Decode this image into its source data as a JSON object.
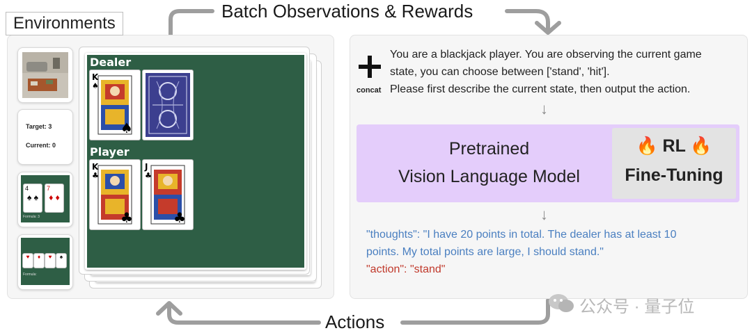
{
  "labels": {
    "environments": "Environments",
    "batch_obs": "Batch Observations & Rewards",
    "actions": "Actions",
    "concat": "concat"
  },
  "env_thumbs": {
    "target_text": "Target: 3",
    "current_text": "Current: 0",
    "formula_a": "Formula: 3",
    "formula_b": "Formula:"
  },
  "blackjack": {
    "dealer_label": "Dealer",
    "player_label": "Player",
    "dealer_cards": [
      "K♠",
      "back"
    ],
    "player_cards": [
      "K♣",
      "J♣"
    ]
  },
  "prompt": {
    "line1": "You are a blackjack player. You are observing the current game",
    "line2": "state, you can choose between ['stand', 'hit'].",
    "line3": "Please first describe the current state, then output the action."
  },
  "model": {
    "line1": "Pretrained",
    "line2": "Vision Language Model",
    "rl_line1": "🔥 RL 🔥",
    "rl_line2": "Fine-Tuning"
  },
  "output": {
    "thoughts_line1": "\"thoughts\": \"I have 20 points in total. The dealer has at least 10",
    "thoughts_line2": "points. My total points are large, I should stand.\"",
    "action_line": "\"action\": \"stand\""
  },
  "watermark": "公众号 · 量子位",
  "colors": {
    "board_green": "#2e5e45",
    "model_purple": "#e4cdfb",
    "thoughts_blue": "#4a7fc0",
    "action_red": "#c0392b",
    "arrow_gray": "#9e9e9e"
  }
}
